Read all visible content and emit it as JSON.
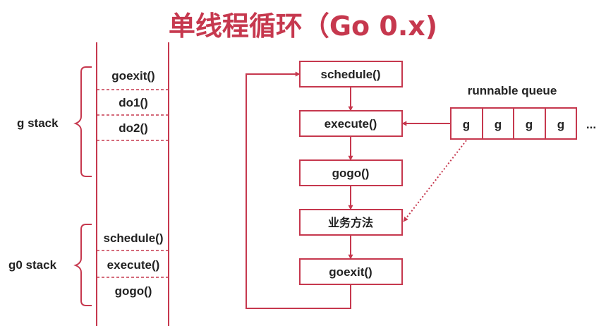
{
  "title": "单线程循环（Go 0.x)",
  "colors": {
    "accent": "#c6384e",
    "text": "#222222"
  },
  "g_stack": {
    "label": "g stack",
    "frames": [
      "goexit()",
      "do1()",
      "do2()"
    ]
  },
  "g0_stack": {
    "label": "g0 stack",
    "frames": [
      "schedule()",
      "execute()",
      "gogo()"
    ]
  },
  "flow": [
    "schedule()",
    "execute()",
    "gogo()",
    "业务方法",
    "goexit()"
  ],
  "queue": {
    "label": "runnable queue",
    "items": [
      "g",
      "g",
      "g",
      "g"
    ],
    "ellipsis": "..."
  }
}
